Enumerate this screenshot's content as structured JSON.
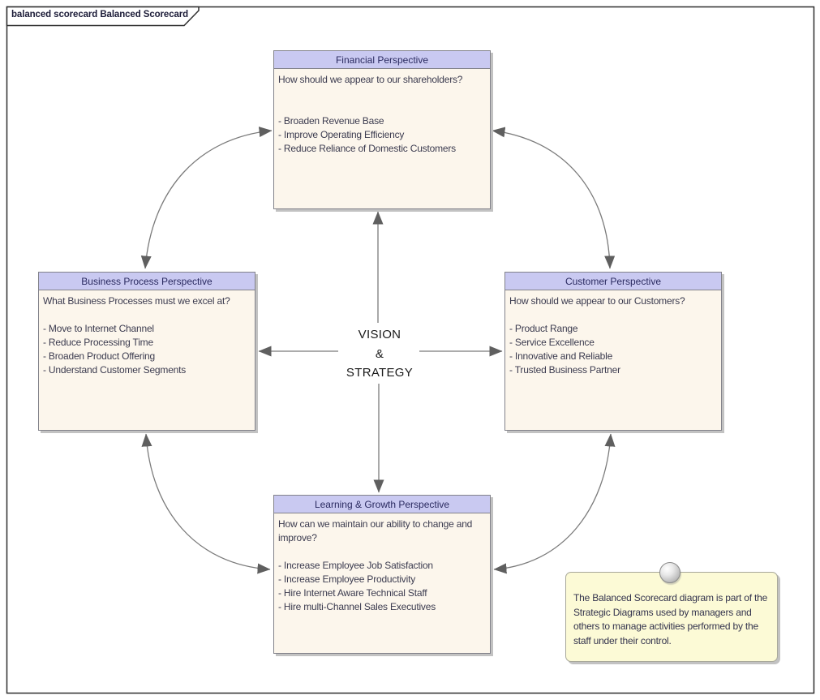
{
  "frame": {
    "tab_label": "balanced scorecard Balanced Scorecard"
  },
  "center": {
    "lines": [
      "VISION",
      "&",
      "STRATEGY"
    ]
  },
  "boxes": {
    "financial": {
      "title": "Financial Perspective",
      "question": "How should we appear to our shareholders?",
      "items": [
        "- Broaden Revenue Base",
        "- Improve Operating Efficiency",
        "- Reduce Reliance of Domestic Customers"
      ]
    },
    "business_process": {
      "title": "Business Process Perspective",
      "question": "What Business Processes must we excel at?",
      "items": [
        "- Move to Internet Channel",
        "- Reduce Processing Time",
        "- Broaden Product Offering",
        "- Understand Customer Segments"
      ]
    },
    "customer": {
      "title": "Customer Perspective",
      "question": "How should we appear to our Customers?",
      "items": [
        "- Product Range",
        "- Service Excellence",
        "- Innovative and Reliable",
        "- Trusted Business Partner"
      ]
    },
    "learning_growth": {
      "title": "Learning & Growth Perspective",
      "question": "How can we maintain our ability to change and improve?",
      "items": [
        "- Increase Employee Job Satisfaction",
        "- Increase Employee Productivity",
        "- Hire Internet Aware Technical Staff",
        "- Hire multi-Channel Sales Executives"
      ]
    }
  },
  "note": {
    "text": "The Balanced Scorecard diagram is part of the Strategic Diagrams used by managers and others to manage activities performed by the staff under their control."
  },
  "colors": {
    "header_fill": "#c9c9f1",
    "body_fill": "#fcf6ec",
    "box_border": "#82828a",
    "title_text": "#2a2a60",
    "body_text": "#3b3b4f",
    "arrow_line": "#7b7b7b",
    "arrow_fill": "#5f5f5f",
    "note_fill": "#fcfad6",
    "note_border": "#a8a89a",
    "note_text": "#33334d",
    "frame_border": "#2e2e2e",
    "tab_text": "#1c1c38",
    "shadow": "#c2c2c2",
    "canvas": "#ffffff",
    "center_text": "#1a1a1a"
  }
}
